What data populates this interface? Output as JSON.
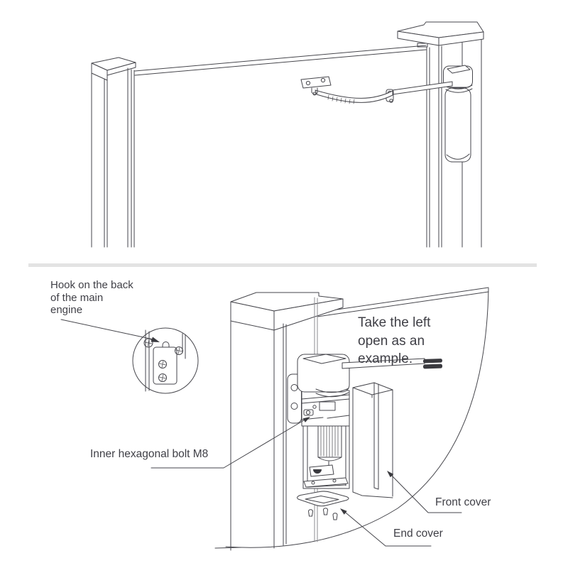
{
  "page": {
    "background": "#ffffff",
    "divider_color": "#e3e3e3",
    "line_color": "#46464c",
    "text_color": "#3f3f46"
  },
  "bottom_panel": {
    "hook_note": "Hook on the back\nof the main\nengine",
    "example_note": "Take the left\nopen as an\nexample.",
    "bolt_label": "Inner hexagonal bolt M8",
    "front_cover_label": "Front cover",
    "end_cover_label": "End cover"
  }
}
